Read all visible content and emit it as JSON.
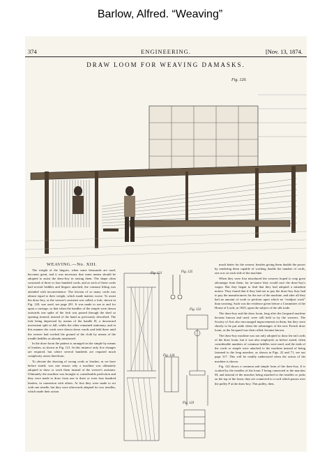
{
  "top_title": "Barlow, Alfred. “Weaving”",
  "page_header": {
    "page_number": "374",
    "journal": "ENGINEERING.",
    "date": "[Nov. 13, 1874."
  },
  "plate_title": "DRAW LOOM FOR WEAVING DAMASKS.",
  "figure_labels": {
    "main": "Fig. 120.",
    "fig121": "Fig. 121",
    "fig122": "Fig. 122",
    "fig125": "Fig. 125",
    "fig124": "Fig. 124",
    "fig123": "Fig. 123"
  },
  "article": {
    "title": "WEAVING.—No. XIII.",
    "left_paragraphs": [
      "The weight of the lingoes, when some thousands are used, becomes great, and it was necessary that some means should be adopted to assist the draw-boy in raising them. The shape often consisted of three or four hundred cords, and as each of these cords had several heddles and lingoes attached, the constant lifting was attended with inconvenience. The friction of so many cords was almost equal to their weight, which made matters worse. To assist the draw-boy, as the weaver's assistant was called, a fork, shown in Fig. 120, was used, see page 201. It was made to run to and fro upon a carriage, so that when the handles of the simple were drawn outwards one spike of the fork was passed through the shed so opening formed, instead of the hand as previously described. The fork being depressed by means of the handle H, a downward movement split to fall, whilst the other remained stationary, and in this manner the cords were drawn down wards and held there until the weaver had worked the ground of the cloth by means of the treadle heddles as already mentioned.",
      "In the draw-loom the pattern is arranged on the simple by means of leashes, as shown in Fig. 121. In this instance only five changes are required, but where several hundreds are required much complexity arises therefrom.",
      "To obviate the drawing of wrong cords or leashes, as we have before stated, was one reason why a machine was ultimately adopted to draw or work them instead of the weaver's assistant. Ultimately the machine was brought to considerable perfection and they were made to draw from one to three or even four hundred leashes, in connexion with others. At first they were made to act with one treadle, but they were afterwards adapted for two treadles, which made their action"
    ],
    "right_paragraphs": [
      "much better for the weaver, besides giving them double the power by rendering them capable of working double the number of cords, one row on each side of the machine.",
      "When they were first introduced the weavers hoped to reap great advantage from them, for in-stance they would save the draw-boy's wages. But they began to find that they had adopted a mistaken notion. They found that if they had not to pay the draw-boy they had to pay the manufacturers for the use of the machine, and after all they had an amount of work to perform upon which no “readjust work” than weaving. Such was the evidence given before a Committee of the House of Lords, in 1825, upon the subject of the silk trade.",
      "The draw-boy and the draw loom, long after the Jacquard machine became known and used, were still held to by the weavers. The Society of Arts also encouraged improvements in them, but they were shortly to be put aside when the advantages of the new French draw loom, as the Jacquard was then called, became known.",
      "The draw-boy machine was not only adopted to draw the tail cords of the draw loom, but it was also employed, as before stated, when considerable numbers of common heddles were used, and the ends of the cords or simple were attached to the machine instead of being fastened to the long marches, as shown in Figs. 22 and 71, see our page 317. This will be readily understood when the action of the machine is shown.",
      "Fig. 122 shows a common and simple form of the draw-boy. It is worked by the treadles of the loom T being connected to the marches M, and instead of the marches being attached to the treadles or jacks on the top of the loom, they are connected to a cord which passes over the pulley P at the draw-boy. This pulley, then,"
    ]
  }
}
